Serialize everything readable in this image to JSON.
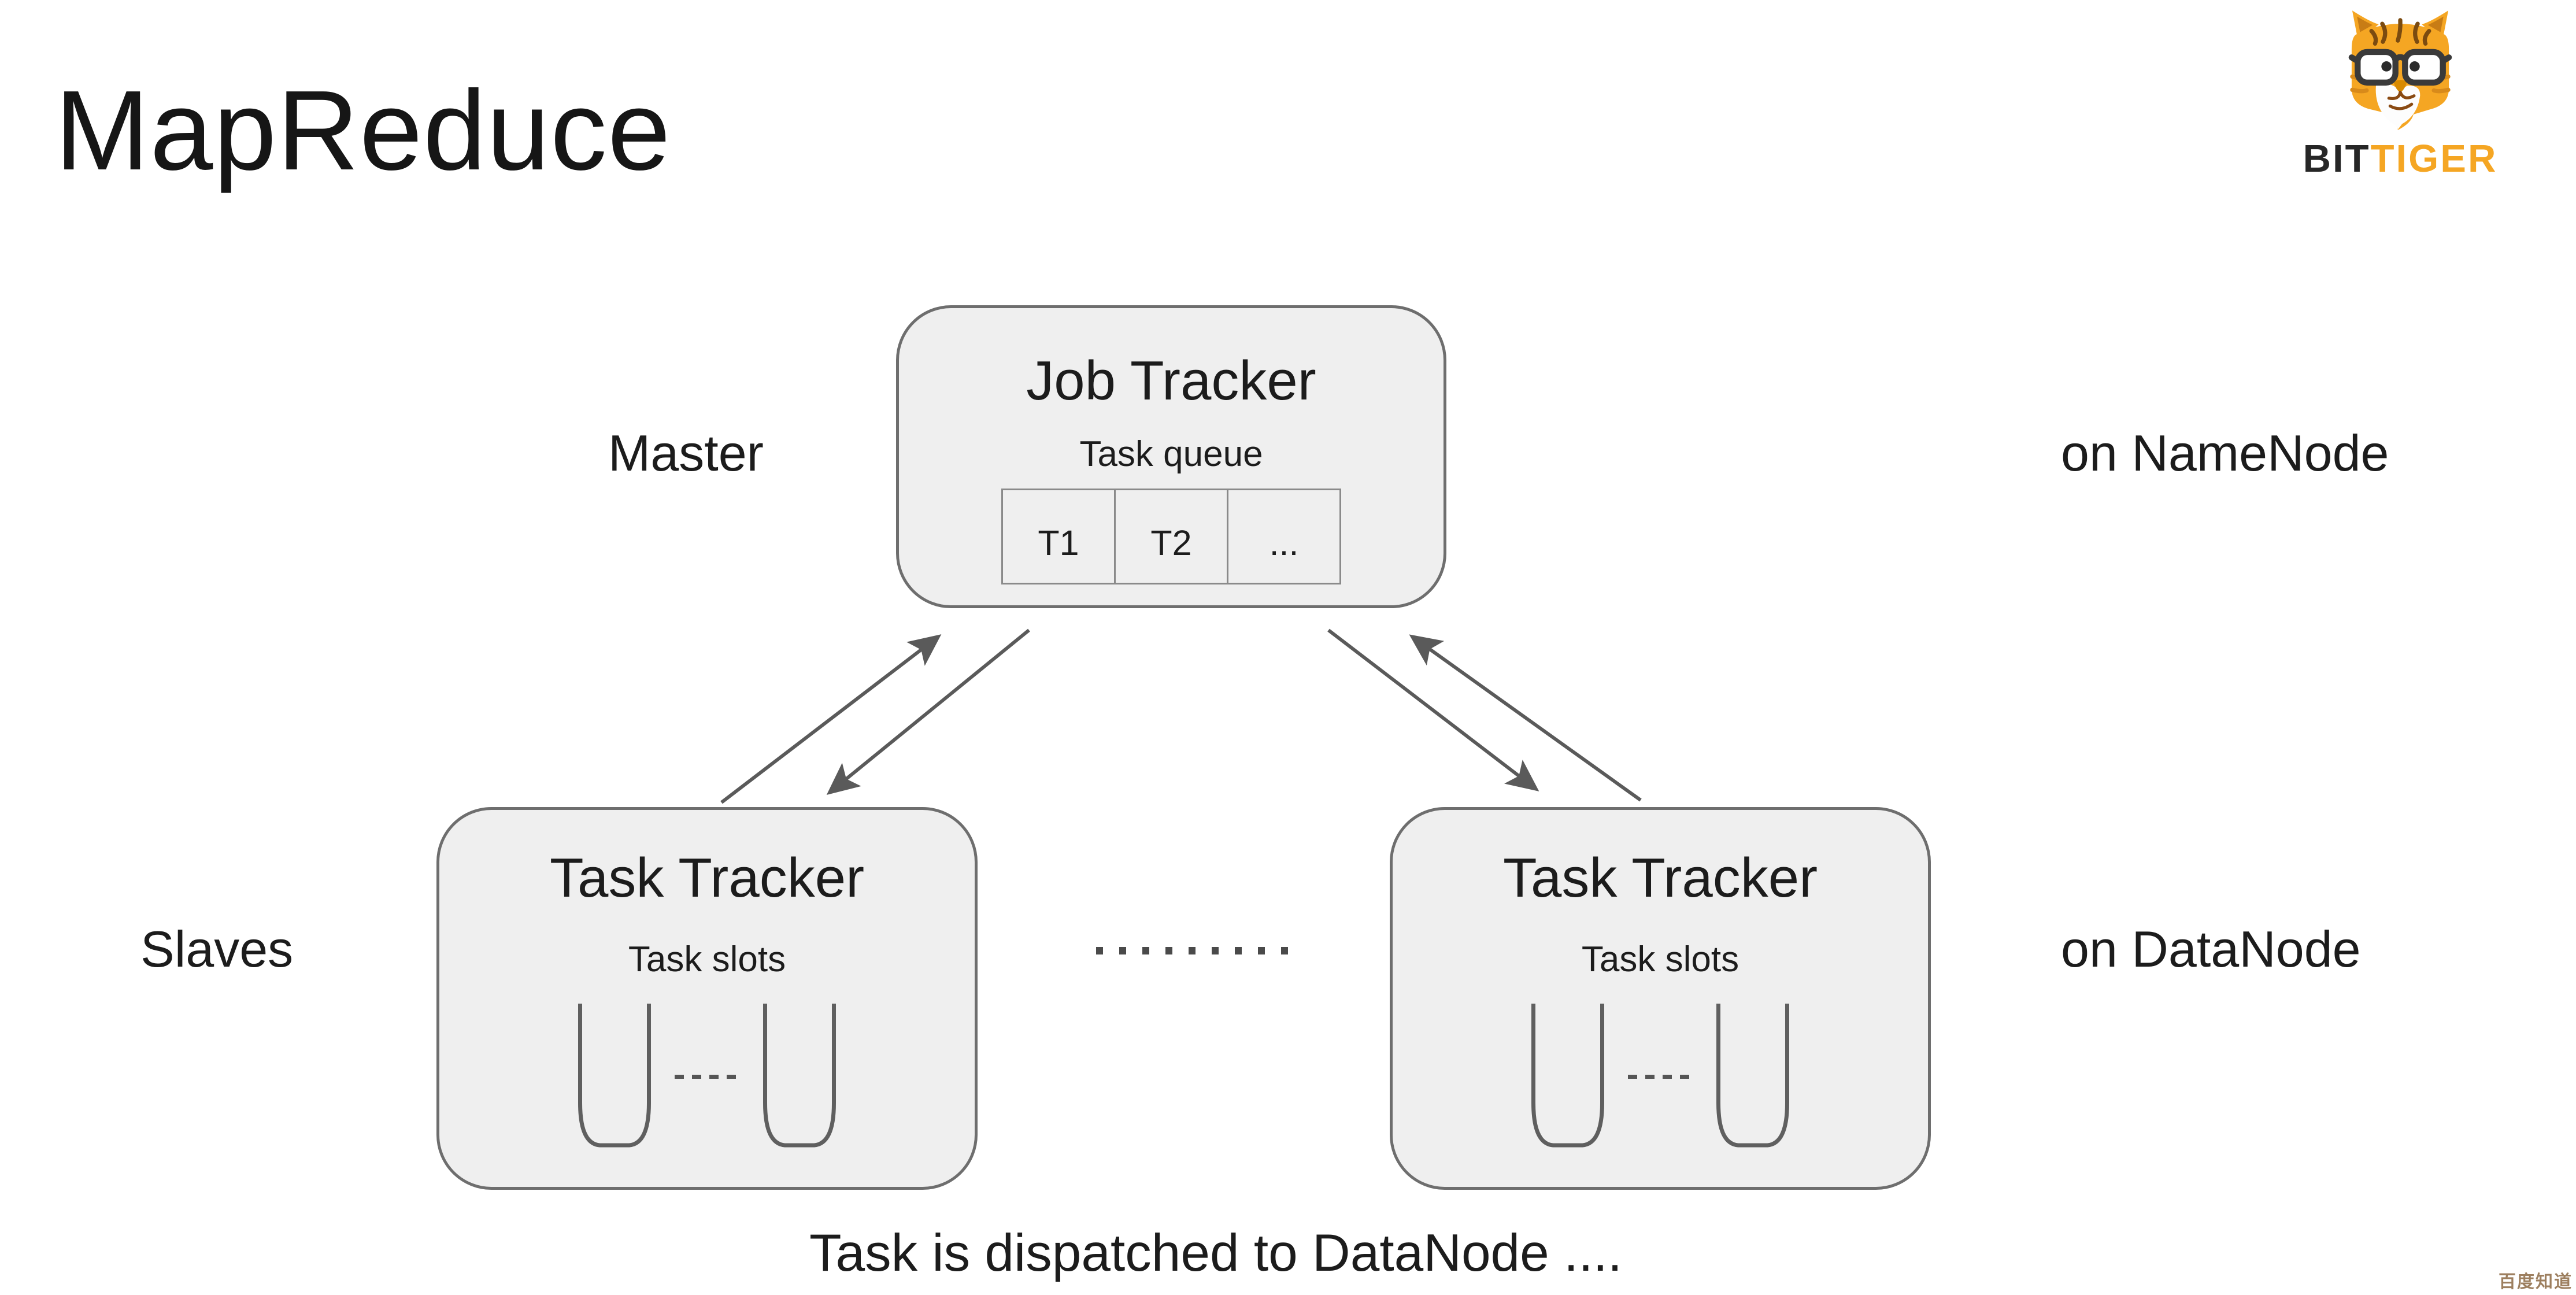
{
  "page": {
    "title": "MapReduce",
    "caption": "Task is dispatched to DataNode ...."
  },
  "logo": {
    "brand_prefix": "BIT",
    "brand_suffix": "TIGER",
    "tiger_icon": "tiger-mascot-with-glasses"
  },
  "colors": {
    "brand-orange": "#F5A623",
    "box-fill": "#EFEFEF",
    "box-border": "#6E6E6E",
    "arrow": "#5A5A5A",
    "text": "#1C1C1C",
    "watermark": "#9D7F5F"
  },
  "diagram": {
    "labels": {
      "master": "Master",
      "master_note": "on NameNode",
      "slaves": "Slaves",
      "slaves_note": "on DataNode"
    },
    "job_tracker": {
      "title": "Job Tracker",
      "subtitle": "Task queue",
      "cells": [
        "T1",
        "T2",
        "..."
      ]
    },
    "task_trackers": [
      {
        "title": "Task Tracker",
        "subtitle": "Task slots"
      },
      {
        "title": "Task Tracker",
        "subtitle": "Task slots"
      }
    ]
  },
  "watermark": {
    "text": "百度知道"
  }
}
